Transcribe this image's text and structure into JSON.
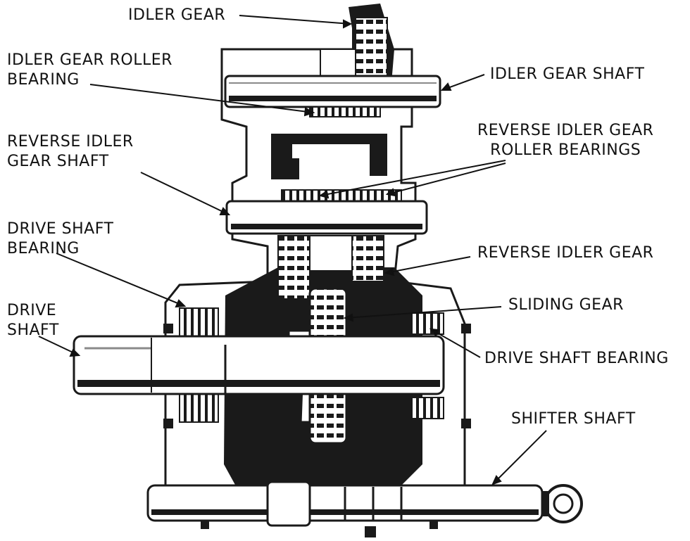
{
  "labels": {
    "idler_gear": "IDLER GEAR",
    "idler_gear_roller_bearing": [
      "IDLER GEAR ROLLER",
      "BEARING"
    ],
    "idler_gear_shaft": "IDLER GEAR SHAFT",
    "reverse_idler_gear_shaft": [
      "REVERSE IDLER",
      "GEAR SHAFT"
    ],
    "reverse_idler_gear_roller_bearings": [
      "REVERSE IDLER GEAR",
      "ROLLER BEARINGS"
    ],
    "drive_shaft_bearing_left": [
      "DRIVE SHAFT",
      "BEARING"
    ],
    "reverse_idler_gear": "REVERSE IDLER GEAR",
    "drive_shaft": [
      "DRIVE",
      "SHAFT"
    ],
    "sliding_gear": "SLIDING GEAR",
    "drive_shaft_bearing_right": "DRIVE SHAFT BEARING",
    "shifter_shaft": "SHIFTER SHAFT"
  },
  "colors": {
    "ink": "#111111",
    "dark": "#1a1a1a",
    "paper": "#ffffff",
    "mid": "#8a8a8a"
  }
}
